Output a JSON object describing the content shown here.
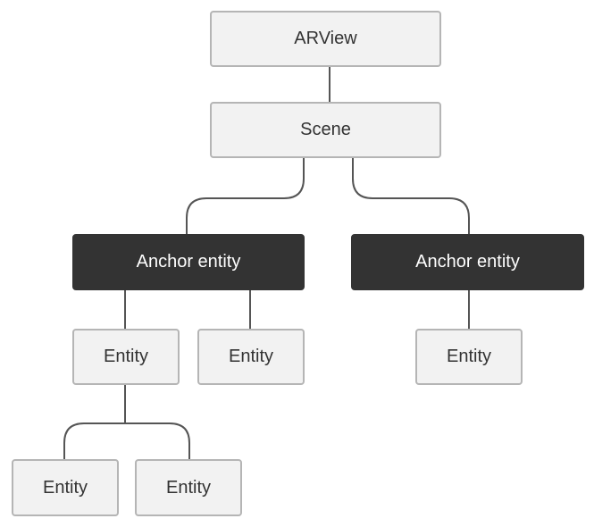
{
  "nodes": {
    "arview": "ARView",
    "scene": "Scene",
    "anchor_entity_left": "Anchor entity",
    "anchor_entity_right": "Anchor entity",
    "entity_1": "Entity",
    "entity_2": "Entity",
    "entity_3": "Entity",
    "entity_4": "Entity",
    "entity_5": "Entity"
  },
  "colors": {
    "node_fill": "#f2f2f2",
    "node_border": "#b5b5b5",
    "node_text": "#333333",
    "anchor_fill": "#333333",
    "anchor_text": "#ffffff",
    "connector": "#555555"
  }
}
